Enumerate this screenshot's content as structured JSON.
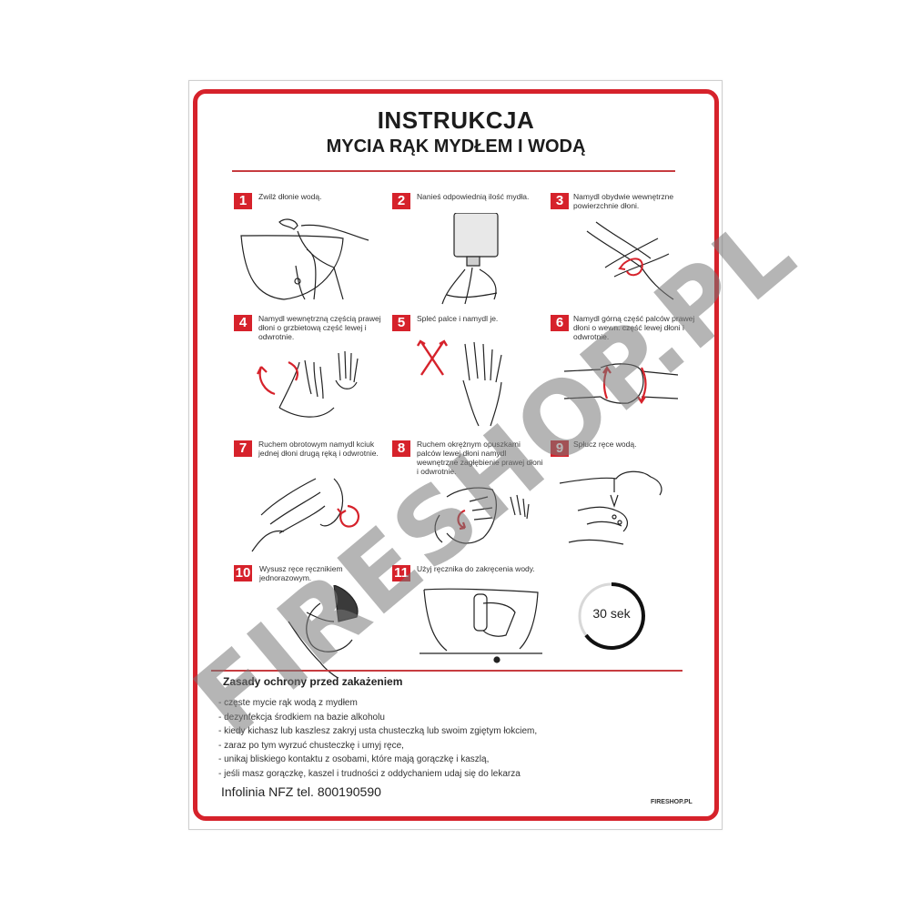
{
  "title": "INSTRUKCJA",
  "subtitle": "MYCIA RĄK MYDŁEM I WODĄ",
  "steps": [
    {
      "n": "1",
      "text": "Zwilż dłonie wodą."
    },
    {
      "n": "2",
      "text": "Nanieś odpowiednią ilość mydła."
    },
    {
      "n": "3",
      "text": "Namydl obydwie wewnętrzne powierzchnie dłoni."
    },
    {
      "n": "4",
      "text": "Namydl wewnętrzną częścią prawej dłoni o grzbietową część lewej i odwrotnie."
    },
    {
      "n": "5",
      "text": "Spleć palce i namydl je."
    },
    {
      "n": "6",
      "text": "Namydl górną część palców prawej dłoni o wewn. część lewej dłoni i odwrotnie."
    },
    {
      "n": "7",
      "text": "Ruchem obrotowym namydl kciuk jednej dłoni drugą ręką i odwrotnie."
    },
    {
      "n": "8",
      "text": "Ruchem okrężnym opuszkami palców lewej dłoni namydl wewnętrzne zagłębienie prawej dłoni i odwrotnie."
    },
    {
      "n": "9",
      "text": "Spłucz ręce wodą."
    },
    {
      "n": "10",
      "text": "Wysusz ręce ręcznikiem jednorazowym."
    },
    {
      "n": "11",
      "text": "Użyj ręcznika do zakręcenia wody."
    }
  ],
  "timer_label": "30 sek",
  "rules_title": "Zasady ochrony przed zakażeniem",
  "rules": [
    "- częste mycie rąk wodą z mydłem",
    "- dezynfekcja środkiem na bazie alkoholu",
    "- kiedy kichasz lub kaszlesz zakryj usta chusteczką lub swoim zgiętym łokciem,",
    "- zaraz po tym wyrzuć chusteczkę i umyj ręce,",
    "- unikaj bliskiego kontaktu z osobami, które mają gorączkę i kaszlą,",
    "- jeśli masz gorączkę, kaszel i trudności z oddychaniem udaj się do lekarza"
  ],
  "infoline": "Infolinia NFZ  tel. 800190590",
  "brand_small": "FIRESHOP.PL",
  "watermark": "FIRESHOP.PL",
  "colors": {
    "accent": "#d6222b"
  }
}
